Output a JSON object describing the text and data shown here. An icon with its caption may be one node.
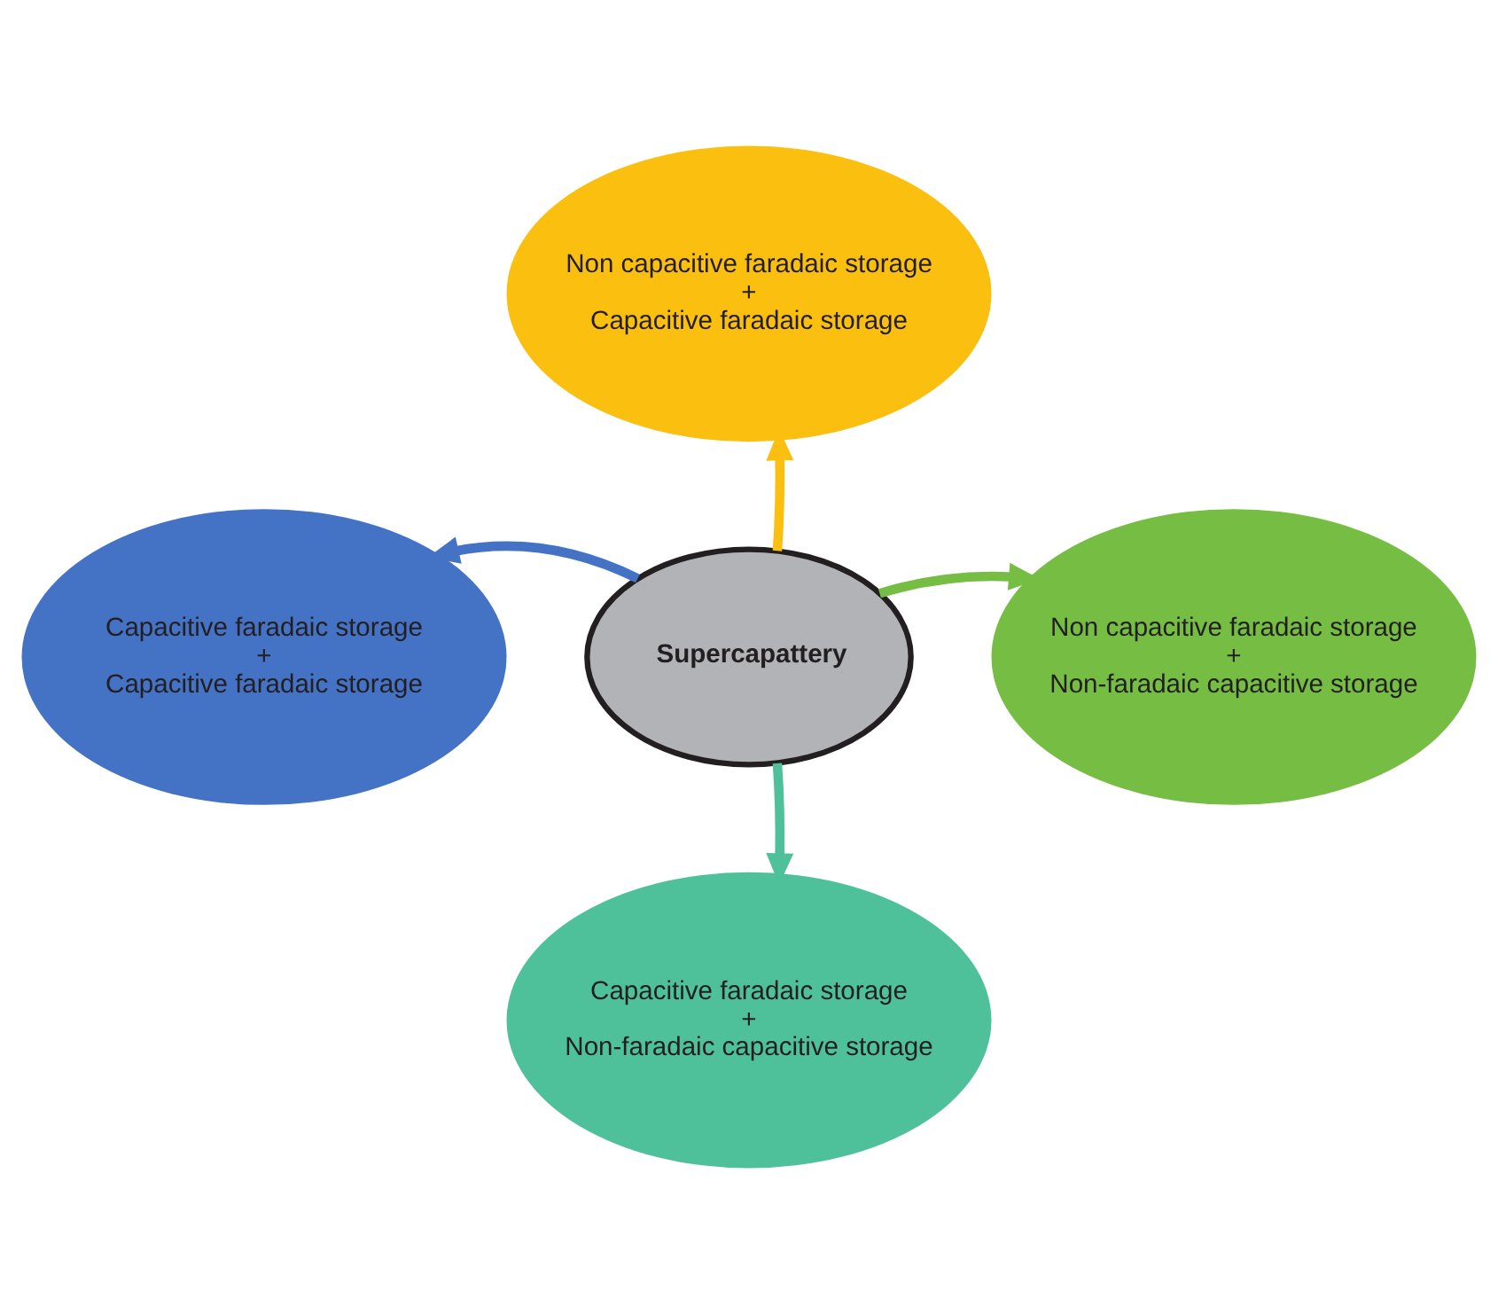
{
  "diagram": {
    "nodes": [
      {
        "text": [
          "Supercapattery"
        ]
      },
      {
        "text": [
          "Non capacitive faradaic storage",
          "+",
          "Capacitive faradaic storage"
        ]
      },
      {
        "text": [
          "Non capacitive faradaic storage",
          "+",
          "Non-faradaic capacitive storage"
        ]
      },
      {
        "text": [
          "Capacitive faradaic storage",
          "+",
          "Non-faradaic capacitive storage"
        ]
      },
      {
        "text": [
          "Capacitive faradaic storage",
          "+",
          "Capacitive faradaic storage"
        ]
      }
    ],
    "edges": [
      {
        "from": 0,
        "to": 1,
        "arrow": "to",
        "color": "#fbbf10"
      },
      {
        "from": 0,
        "to": 2,
        "arrow": "to",
        "color": "#76bd43"
      },
      {
        "from": 0,
        "to": 3,
        "arrow": "to",
        "color": "#4fc19a"
      },
      {
        "from": 0,
        "to": 4,
        "arrow": "to",
        "color": "#4472c4"
      }
    ]
  }
}
